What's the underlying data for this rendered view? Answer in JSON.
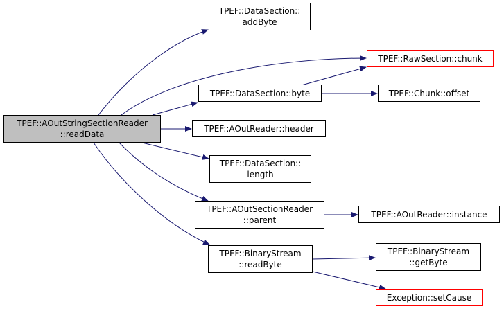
{
  "graph": {
    "colors": {
      "edge": "#191970",
      "root_fill": "#bfbfbf",
      "node_border": "#000000",
      "external_border": "#ff0000"
    },
    "nodes": {
      "root": {
        "line1": "TPEF::AOutStringSectionReader",
        "line2": "::readData"
      },
      "addByte": {
        "line1": "TPEF::DataSection::",
        "line2": "addByte"
      },
      "chunk": {
        "line1": "TPEF::RawSection::chunk"
      },
      "byte": {
        "line1": "TPEF::DataSection::byte"
      },
      "offset": {
        "line1": "TPEF::Chunk::offset"
      },
      "header": {
        "line1": "TPEF::AOutReader::header"
      },
      "length": {
        "line1": "TPEF::DataSection::",
        "line2": "length"
      },
      "parent": {
        "line1": "TPEF::AOutSectionReader",
        "line2": "::parent"
      },
      "instance": {
        "line1": "TPEF::AOutReader::instance"
      },
      "readByte": {
        "line1": "TPEF::BinaryStream",
        "line2": "::readByte"
      },
      "getByte": {
        "line1": "TPEF::BinaryStream",
        "line2": "::getByte"
      },
      "setCause": {
        "line1": "Exception::setCause"
      }
    },
    "edges": [
      [
        "root",
        "addByte"
      ],
      [
        "root",
        "chunk"
      ],
      [
        "root",
        "byte"
      ],
      [
        "root",
        "header"
      ],
      [
        "root",
        "length"
      ],
      [
        "root",
        "parent"
      ],
      [
        "root",
        "readByte"
      ],
      [
        "byte",
        "chunk"
      ],
      [
        "byte",
        "offset"
      ],
      [
        "parent",
        "instance"
      ],
      [
        "readByte",
        "getByte"
      ],
      [
        "readByte",
        "setCause"
      ]
    ]
  }
}
